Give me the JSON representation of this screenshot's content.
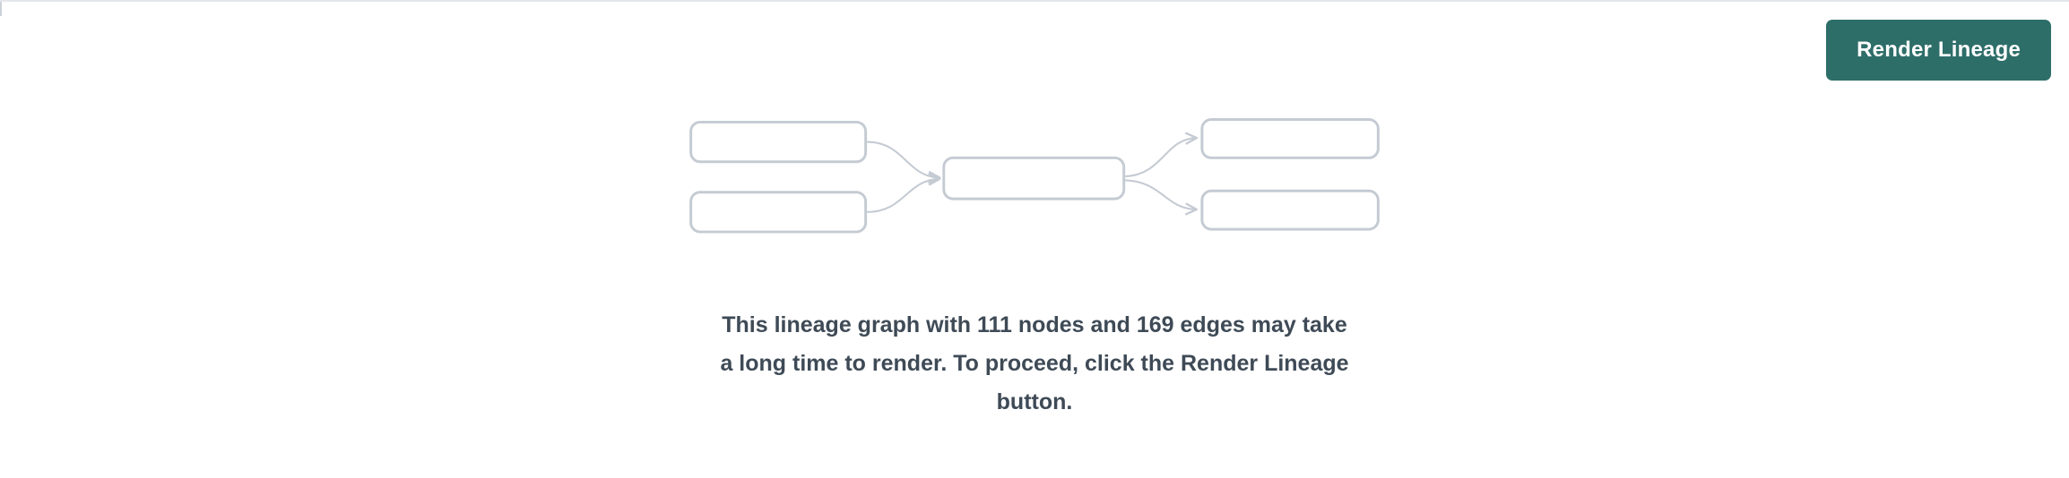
{
  "page": {
    "background_color": "#ffffff",
    "top_border_color": "#e4e7eb"
  },
  "toolbar": {
    "render_button_label": "Render Lineage",
    "render_button_color": "#2e6e69"
  },
  "illustration": {
    "name": "lineage-graph-preview",
    "node_count": 5,
    "node_border_color": "#c5cbd3",
    "edge_color": "#c5cbd3"
  },
  "message": {
    "text": "This lineage graph with 111 nodes and 169 edges may take a long time to render. To proceed, click the Render Lineage button.",
    "lines": [
      "This lineage graph with 111 nodes and 169 edges may take",
      "a long time to render. To proceed, click the Render Lineage",
      "button."
    ],
    "nodes_count": "111",
    "edges_count": "169"
  }
}
